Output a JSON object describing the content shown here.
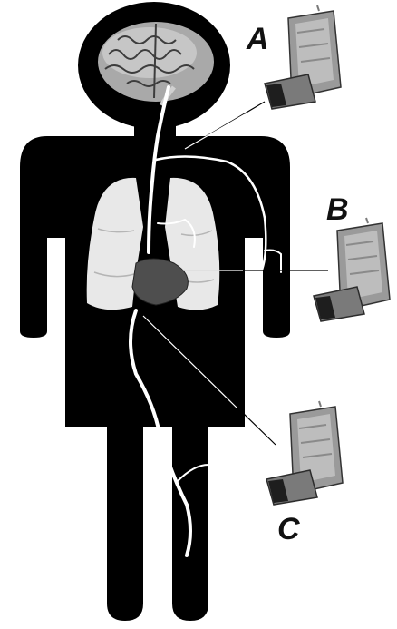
{
  "labels": {
    "a": "A",
    "b": "B",
    "c": "C"
  },
  "colors": {
    "body": "#000000",
    "background": "#ffffff",
    "organ": "#e6e6e6",
    "organ_shadow": "#bdbdbd",
    "nerve": "#ffffff",
    "inhaler_body": "#9a9a9a",
    "inhaler_light": "#d4d4d4",
    "inhaler_dark": "#4a4a4a",
    "pointer_line": "#000000"
  },
  "icons": {
    "body": "human-silhouette-icon",
    "brain": "brain-icon",
    "lungs": "lungs-icon",
    "heart": "heart-icon",
    "inhaler": "inhaler-icon"
  }
}
